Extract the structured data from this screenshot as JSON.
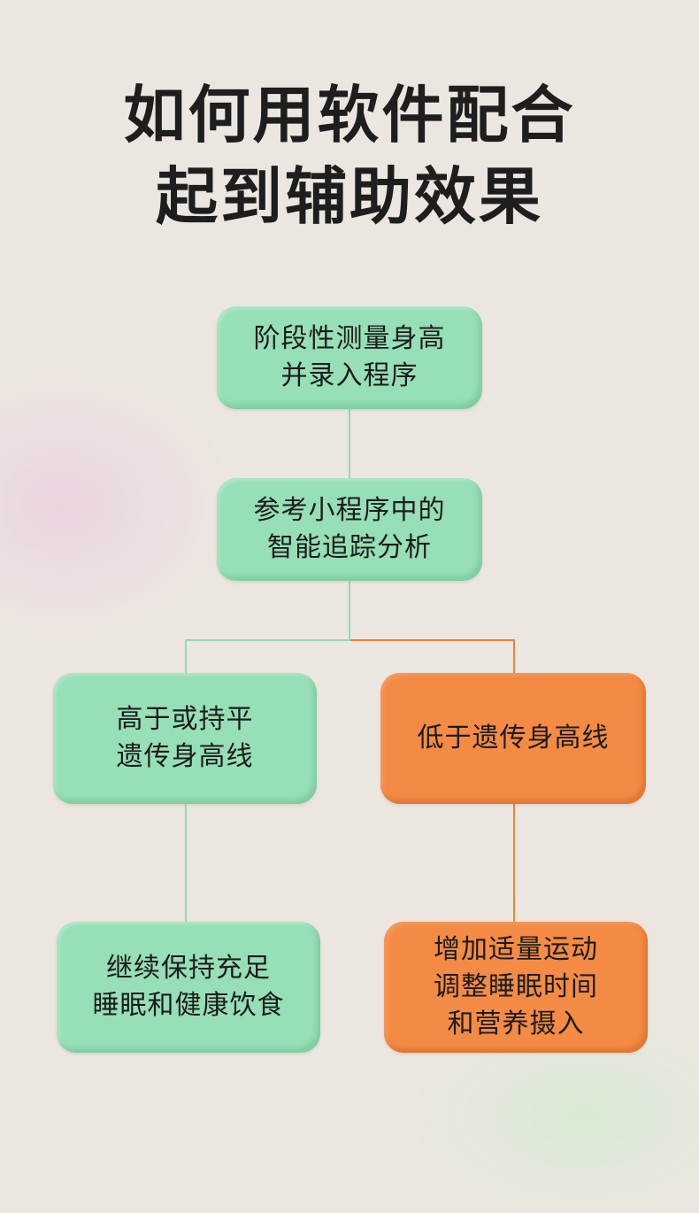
{
  "title": {
    "lines": [
      "如何用软件配合",
      "起到辅助效果"
    ]
  },
  "colors": {
    "background": "#ebe6df",
    "green_node": "#96dfb7",
    "orange_node": "#f38b45",
    "green_line": "#8fdcb0",
    "orange_line": "#ef7f3a",
    "text": "#1c1c1c"
  },
  "flowchart": {
    "nodes": [
      {
        "id": "measure",
        "color": "green",
        "lines": [
          "阶段性测量身高",
          "并录入程序"
        ]
      },
      {
        "id": "analyze",
        "color": "green",
        "lines": [
          "参考小程序中的",
          "智能追踪分析"
        ]
      },
      {
        "id": "above",
        "color": "green",
        "lines": [
          "高于或持平",
          "遗传身高线"
        ]
      },
      {
        "id": "below",
        "color": "orange",
        "lines": [
          "低于遗传身高线"
        ]
      },
      {
        "id": "keep",
        "color": "green",
        "lines": [
          "继续保持充足",
          "睡眠和健康饮食"
        ]
      },
      {
        "id": "adjust",
        "color": "orange",
        "lines": [
          "增加适量运动",
          "调整睡眠时间",
          "和营养摄入"
        ]
      }
    ],
    "edges": [
      {
        "from": "measure",
        "to": "analyze",
        "color": "green"
      },
      {
        "from": "analyze",
        "to": "above",
        "color": "green"
      },
      {
        "from": "analyze",
        "to": "below",
        "color": "orange"
      },
      {
        "from": "above",
        "to": "keep",
        "color": "green"
      },
      {
        "from": "below",
        "to": "adjust",
        "color": "orange"
      }
    ]
  }
}
